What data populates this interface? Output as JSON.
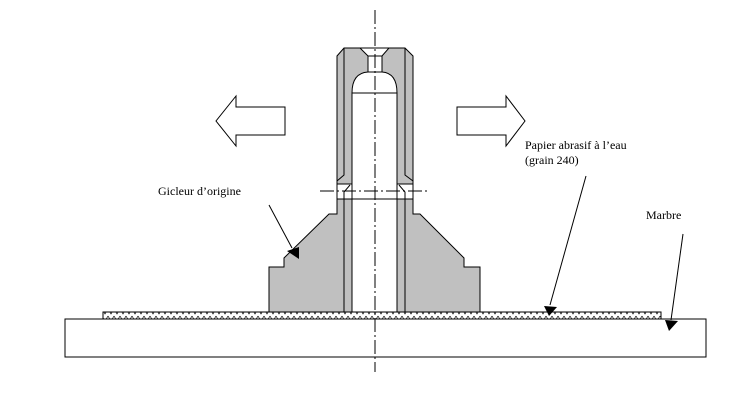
{
  "labels": {
    "nozzle": "Gicleur d’origine",
    "paper_line1": "Papier abrasif à l’eau",
    "paper_line2": "(grain 240)",
    "marble": "Marbre"
  },
  "colors": {
    "part_fill": "#c0c0c0",
    "line": "#000000"
  }
}
